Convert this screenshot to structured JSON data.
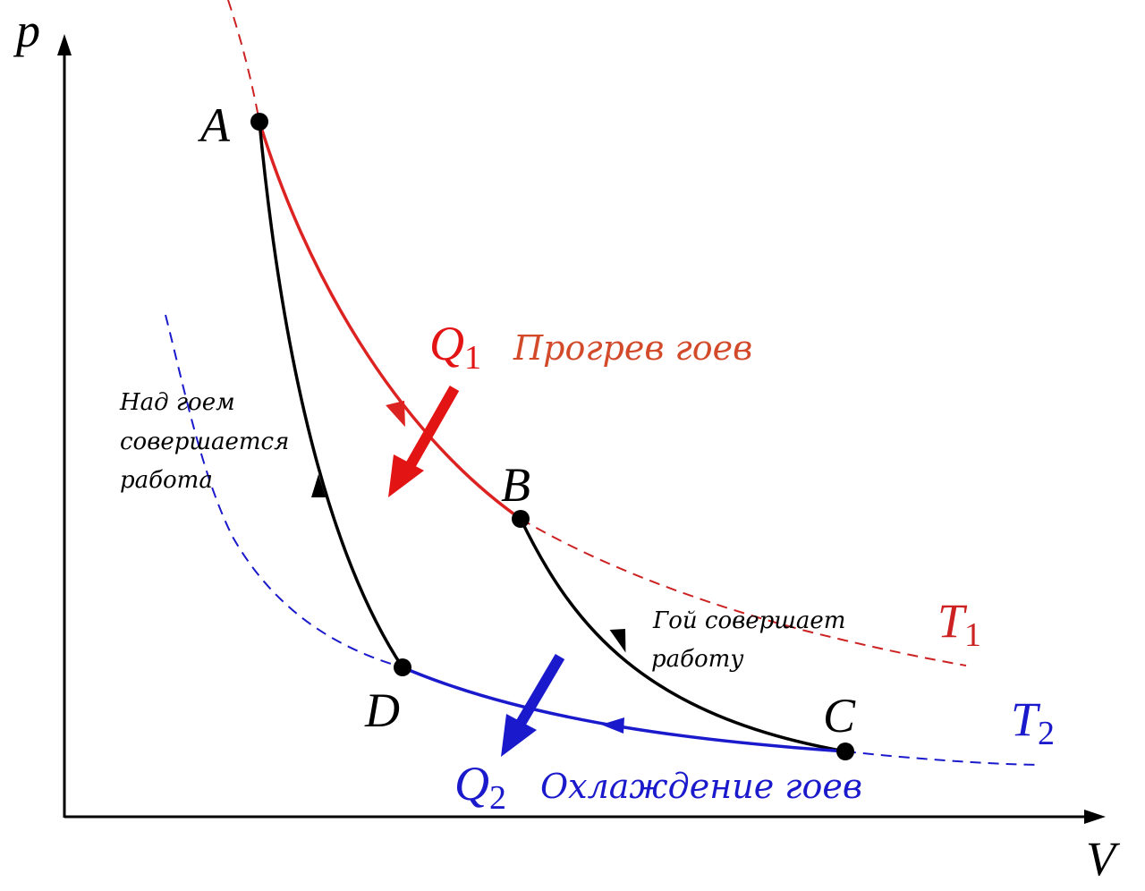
{
  "axes": {
    "y_label": "p",
    "x_label": "V"
  },
  "points": {
    "A": "A",
    "B": "B",
    "C": "C",
    "D": "D"
  },
  "isotherms": {
    "hot": {
      "symbol": "T",
      "sub": "1",
      "color": "#cc2222"
    },
    "cold": {
      "symbol": "T",
      "sub": "2",
      "color": "#1a1acc"
    }
  },
  "heat_in": {
    "symbol": "Q",
    "sub": "1",
    "text": "Прогрев гоев",
    "color": "#e31414",
    "text_color": "#d24a2a"
  },
  "heat_out": {
    "symbol": "Q",
    "sub": "2",
    "text": "Охлаждение гоев",
    "color": "#1a1acc"
  },
  "work_on_gas": {
    "line1": "Над гоем",
    "line2": "совершается",
    "line3": "работа"
  },
  "work_by_gas": {
    "line1": "Гой совершает",
    "line2": "работу"
  },
  "colors": {
    "adiabat": "#000000",
    "axis": "#000000"
  }
}
